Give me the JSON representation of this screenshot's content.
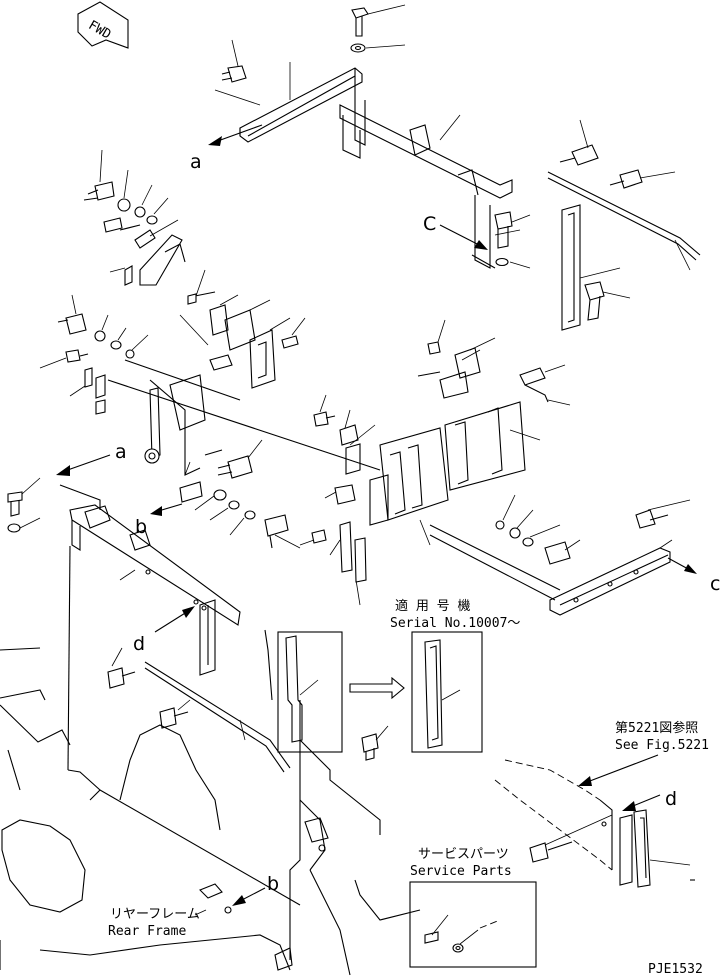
{
  "fwd": "FWD",
  "callouts": {
    "a1": "a",
    "a2": "a",
    "b1": "b",
    "b2": "b",
    "c1": "C",
    "c2": "c",
    "d1": "d",
    "d2": "d"
  },
  "serial": {
    "jp": "適 用 号 機",
    "en": "Serial No.10007～"
  },
  "see_fig": {
    "jp": "第5221図参照",
    "en": "See Fig.5221"
  },
  "service": {
    "jp": "サービスパーツ",
    "en": "Service Parts"
  },
  "rear_frame": {
    "jp": "リヤーフレーム",
    "en": "Rear Frame"
  },
  "drawing_no": "PJE1532"
}
